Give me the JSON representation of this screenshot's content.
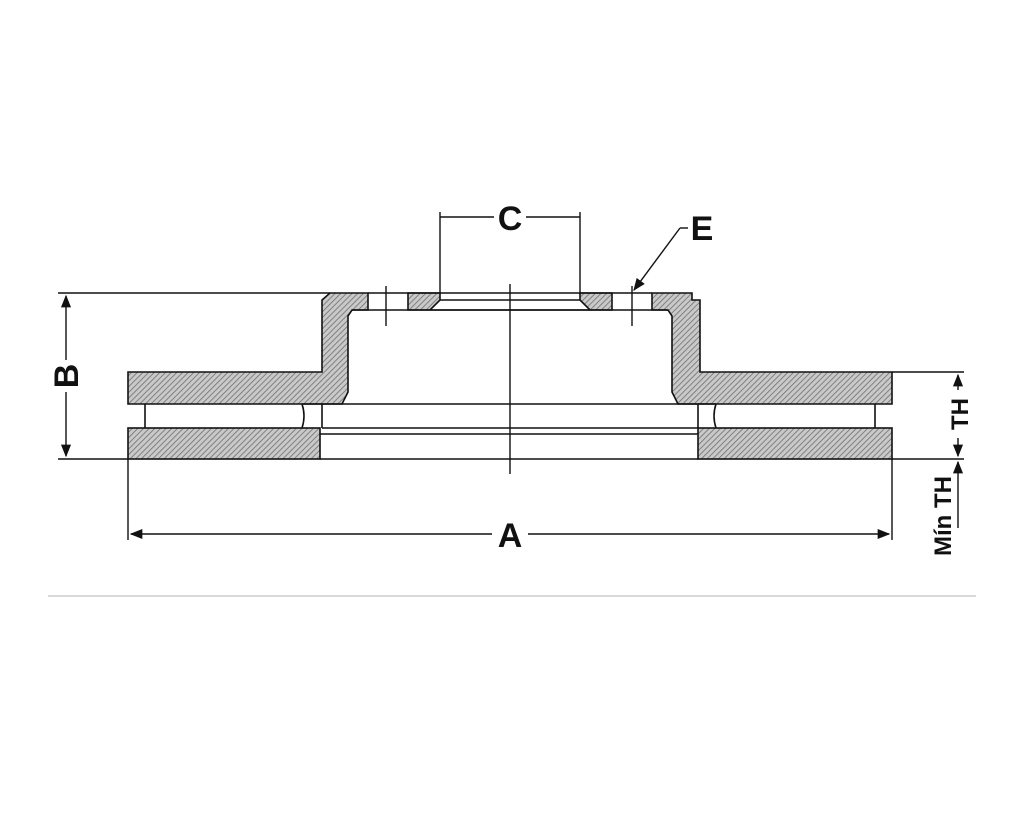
{
  "labels": {
    "a": "A",
    "b": "B",
    "c": "C",
    "e": "E",
    "th": "TH",
    "min_th": "Mín TH"
  },
  "colors": {
    "line": "#111111",
    "hatch_fill": "#c9c9c9",
    "hatch_line": "#6e6e6e",
    "separator": "#d9d9d9",
    "background": "#ffffff"
  }
}
